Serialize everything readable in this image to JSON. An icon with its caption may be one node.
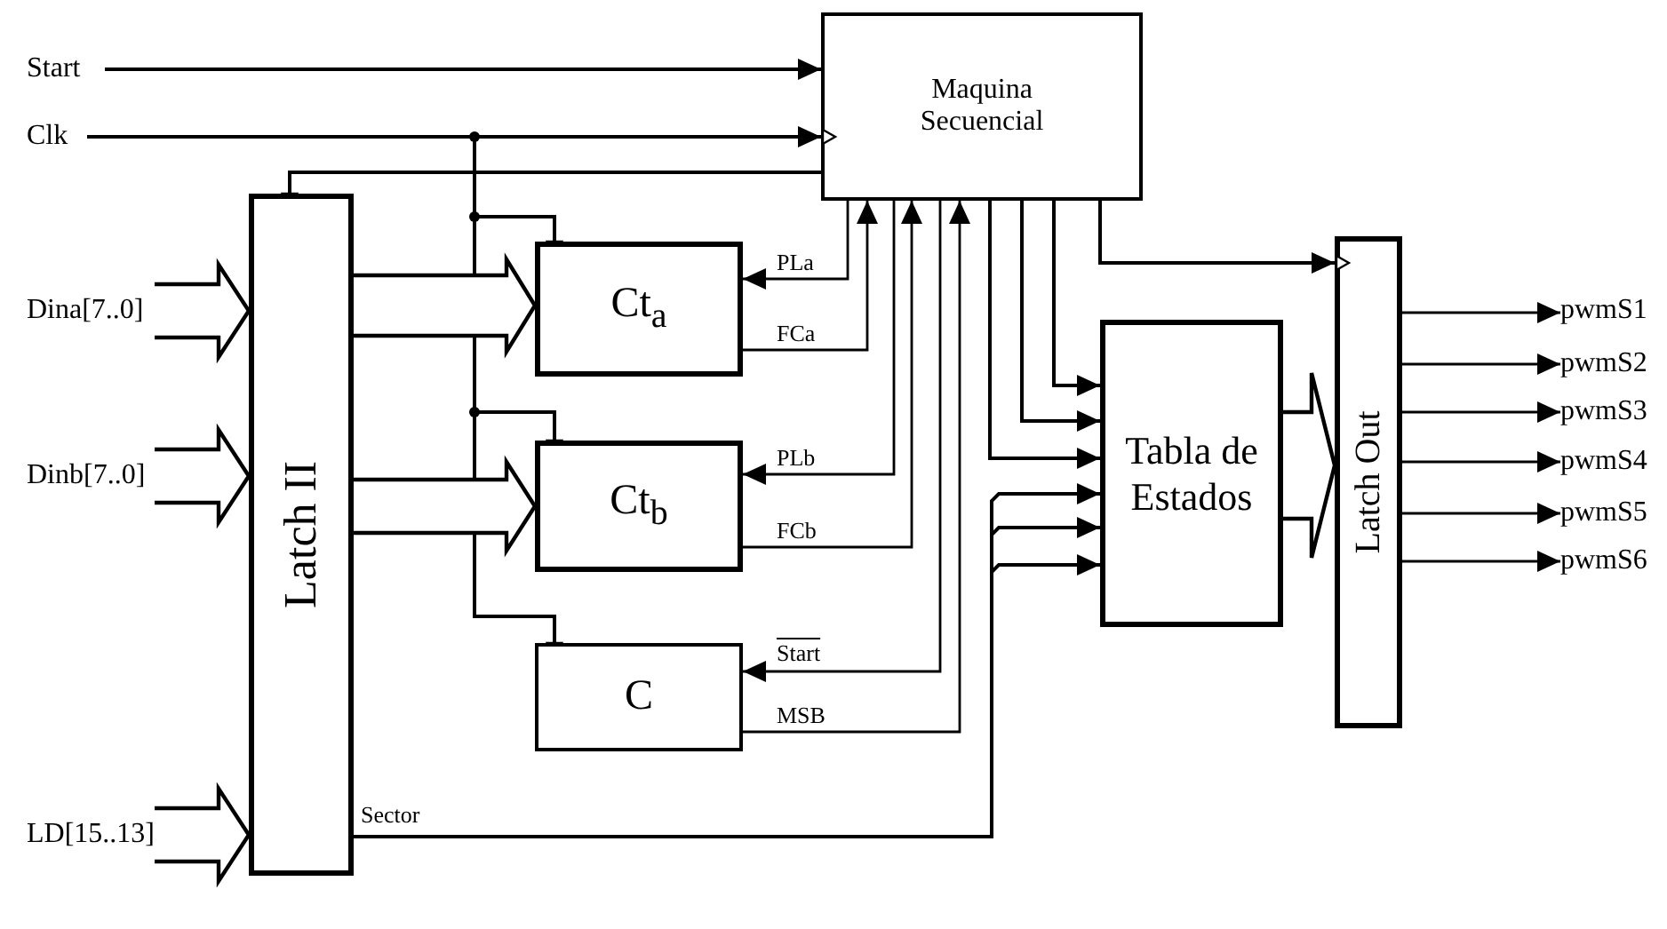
{
  "diagram": {
    "nodes": [
      {
        "text": [
          "Start"
        ]
      },
      {
        "text": [
          "Clk"
        ]
      },
      {
        "text": [
          "Maquina Secuencial"
        ]
      },
      {
        "text": [
          "Latch II"
        ]
      },
      {
        "text": [
          "Dina[7..0]"
        ]
      },
      {
        "text": [
          "Dinb[7..0]"
        ]
      },
      {
        "text": [
          "LD[15..13]"
        ]
      },
      {
        "text": [
          "Ct$_{a}$"
        ]
      },
      {
        "text": [
          "Ct$_{b}$"
        ]
      },
      {
        "text": [
          "C"
        ]
      },
      {
        "text": [
          "Tabla de Estados"
        ]
      },
      {
        "text": [
          "Latch Out"
        ]
      },
      {
        "text": [
          "pwmS1"
        ]
      },
      {
        "text": [
          "pwmS2"
        ]
      },
      {
        "text": [
          "pwmS3"
        ]
      },
      {
        "text": [
          "pwmS4"
        ]
      },
      {
        "text": [
          "pwmS5"
        ]
      },
      {
        "text": [
          "pwmS6"
        ]
      }
    ],
    "edges": [
      {
        "from": 0,
        "to": 2,
        "arrow": "to"
      },
      {
        "from": 1,
        "to": 2,
        "arrow": "to"
      },
      {
        "from": 1,
        "to": 7,
        "arrow": "to"
      },
      {
        "from": 1,
        "to": 8,
        "arrow": "to"
      },
      {
        "from": 1,
        "to": 9,
        "arrow": "to"
      },
      {
        "from": 2,
        "to": 3,
        "arrow": "to"
      },
      {
        "from": 4,
        "to": 3,
        "arrow": "to",
        "style": "thick"
      },
      {
        "from": 5,
        "to": 3,
        "arrow": "to",
        "style": "thick"
      },
      {
        "from": 6,
        "to": 3,
        "arrow": "to",
        "style": "thick"
      },
      {
        "from": 3,
        "to": 7,
        "arrow": "to",
        "style": "thick"
      },
      {
        "from": 3,
        "to": 8,
        "arrow": "to",
        "style": "thick"
      },
      {
        "from": 2,
        "to": 7,
        "arrow": "to",
        "label": "PLa"
      },
      {
        "from": 7,
        "to": 2,
        "arrow": "to",
        "label": "FCa"
      },
      {
        "from": 2,
        "to": 8,
        "arrow": "to",
        "label": "PLb"
      },
      {
        "from": 8,
        "to": 2,
        "arrow": "to",
        "label": "FCb"
      },
      {
        "from": 2,
        "to": 9,
        "arrow": "to",
        "label": "Start"
      },
      {
        "from": 9,
        "to": 2,
        "arrow": "to",
        "label": "MSB"
      },
      {
        "from": 2,
        "to": 10,
        "arrow": "to"
      },
      {
        "from": 2,
        "to": 10,
        "arrow": "to"
      },
      {
        "from": 2,
        "to": 10,
        "arrow": "to"
      },
      {
        "from": 2,
        "to": 11,
        "arrow": "to"
      },
      {
        "from": 3,
        "to": 10,
        "arrow": "to",
        "label": "Sector"
      },
      {
        "from": 3,
        "to": 10,
        "arrow": "to"
      },
      {
        "from": 3,
        "to": 10,
        "arrow": "to"
      },
      {
        "from": 10,
        "to": 11,
        "arrow": "to",
        "style": "thick"
      },
      {
        "from": 11,
        "to": 12,
        "arrow": "to"
      },
      {
        "from": 11,
        "to": 13,
        "arrow": "to"
      },
      {
        "from": 11,
        "to": 14,
        "arrow": "to"
      },
      {
        "from": 11,
        "to": 15,
        "arrow": "to"
      },
      {
        "from": 11,
        "to": 16,
        "arrow": "to"
      },
      {
        "from": 11,
        "to": 17,
        "arrow": "to"
      }
    ]
  }
}
